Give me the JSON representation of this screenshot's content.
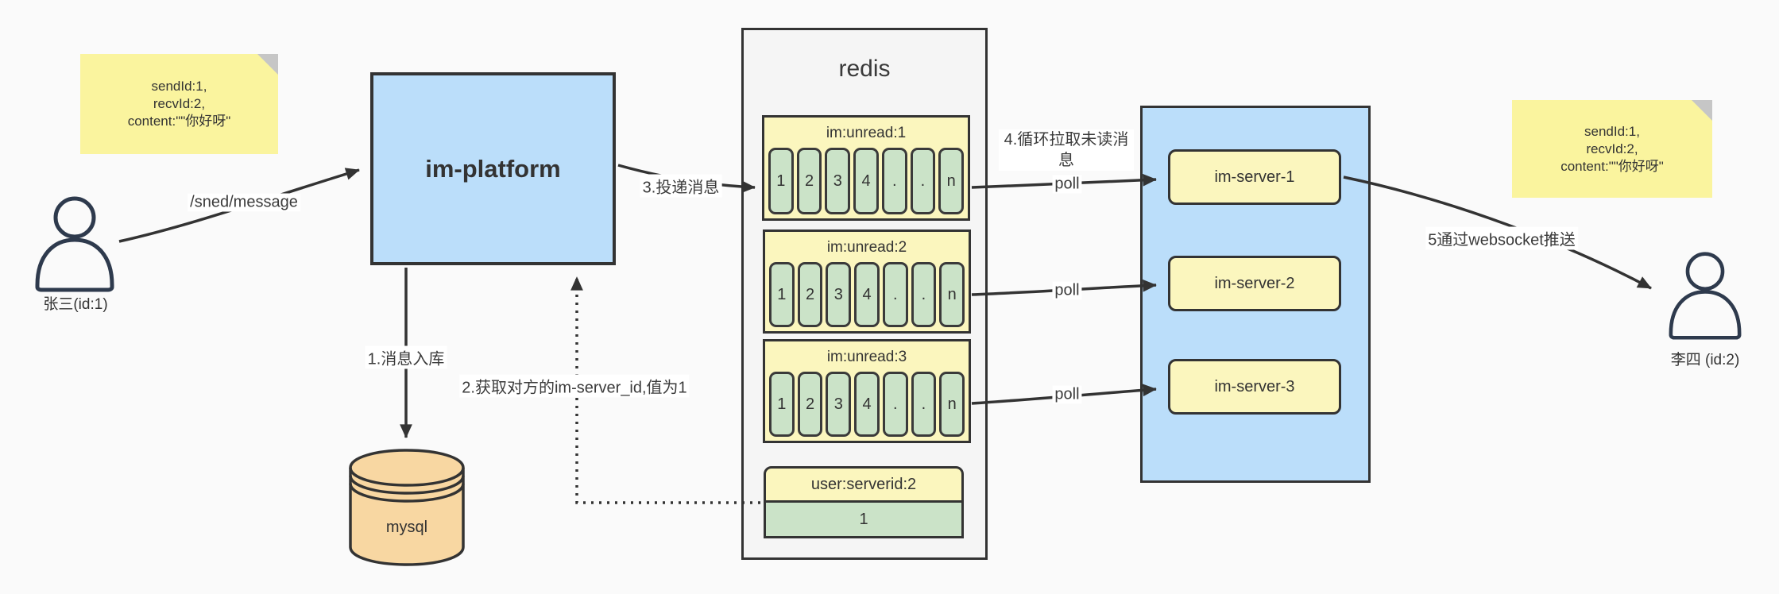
{
  "colors": {
    "platform_blue": "#BBDEFA",
    "panel_yellow": "#FBF6BE",
    "note_yellow": "#FAF49E",
    "cell_green": "#CBE3C8",
    "db_orange": "#F8D7A2",
    "redis_gray": "#F5F5F5",
    "line_dark": "#333333"
  },
  "notes": {
    "left": [
      "sendId:1,",
      "recvId:2,",
      "content:\"\"你好呀\""
    ],
    "right": [
      "sendId:1,",
      "recvId:2,",
      "content:\"\"你好呀\""
    ]
  },
  "actors": {
    "sender": "张三(id:1)",
    "receiver": "李四 (id:2)"
  },
  "platform": {
    "label": "im-platform"
  },
  "database": {
    "label": "mysql"
  },
  "redis": {
    "title": "redis",
    "queues": [
      {
        "header": "im:unread:1",
        "cells": [
          "1",
          "2",
          "3",
          "4",
          ".",
          ".",
          "n"
        ]
      },
      {
        "header": "im:unread:2",
        "cells": [
          "1",
          "2",
          "3",
          "4",
          ".",
          ".",
          "n"
        ]
      },
      {
        "header": "im:unread:3",
        "cells": [
          "1",
          "2",
          "3",
          "4",
          ".",
          ".",
          "n"
        ]
      }
    ],
    "mapping": {
      "key": "user:serverid:2",
      "value": "1"
    }
  },
  "cluster": {
    "servers": [
      "im-server-1",
      "im-server-2",
      "im-server-3"
    ]
  },
  "edges": {
    "send_path": "/sned/message",
    "step1": "1.消息入库",
    "step2": "2.获取对方的im-server_id,值为1",
    "step3": "3.投递消息",
    "step4": "4.循环拉取未读消息",
    "step5": "5通过websocket推送",
    "poll": "poll"
  }
}
